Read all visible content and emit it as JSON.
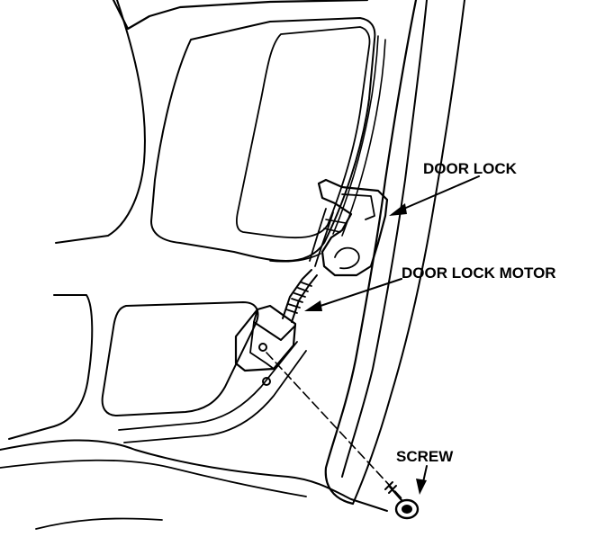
{
  "labels": {
    "door_lock": "DOOR LOCK",
    "door_lock_motor": "DOOR LOCK MOTOR",
    "screw": "SCREW"
  },
  "colors": {
    "ink": "#000000",
    "paper": "#ffffff"
  }
}
